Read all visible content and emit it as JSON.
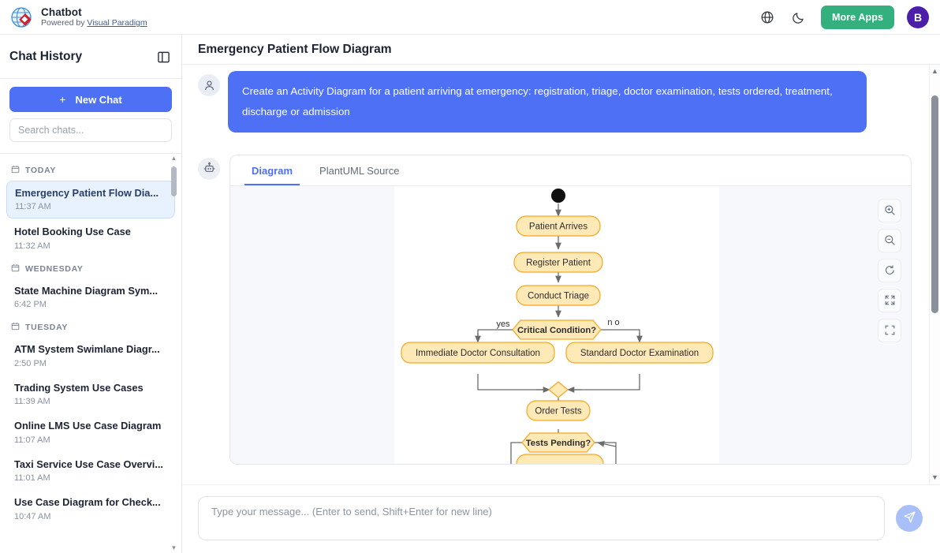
{
  "brand": {
    "title": "Chatbot",
    "powered_prefix": "Powered by ",
    "powered_link": "Visual Paradigm",
    "logo_icon": "globe-diamond-logo"
  },
  "topbar": {
    "language_icon": "globe-icon",
    "theme_icon": "moon-icon",
    "more_apps_label": "More Apps",
    "avatar_initial": "B",
    "accent_green": "#34b07e",
    "avatar_purple": "#4c1fa8"
  },
  "sidebar": {
    "title": "Chat History",
    "collapse_icon": "panel-collapse-icon",
    "new_chat_label": "New Chat",
    "new_chat_plus": "+",
    "search_placeholder": "Search chats...",
    "groups": [
      {
        "label": "TODAY",
        "icon": "calendar-icon",
        "items": [
          {
            "name": "Emergency Patient Flow Dia...",
            "time": "11:37 AM",
            "active": true
          },
          {
            "name": "Hotel Booking Use Case",
            "time": "11:32 AM",
            "active": false
          }
        ]
      },
      {
        "label": "WEDNESDAY",
        "icon": "calendar-icon",
        "items": [
          {
            "name": "State Machine Diagram Sym...",
            "time": "6:42 PM",
            "active": false
          }
        ]
      },
      {
        "label": "TUESDAY",
        "icon": "calendar-icon",
        "items": [
          {
            "name": "ATM System Swimlane Diagr...",
            "time": "2:50 PM",
            "active": false
          },
          {
            "name": "Trading System Use Cases",
            "time": "11:39 AM",
            "active": false
          },
          {
            "name": "Online LMS Use Case Diagram",
            "time": "11:07 AM",
            "active": false
          },
          {
            "name": "Taxi Service Use Case Overvi...",
            "time": "11:01 AM",
            "active": false
          },
          {
            "name": "Use Case Diagram for Check...",
            "time": "10:47 AM",
            "active": false
          }
        ]
      }
    ]
  },
  "main": {
    "title": "Emergency Patient Flow Diagram",
    "user_message": "Create an Activity Diagram for a patient arriving at emergency: registration, triage, doctor examination, tests ordered, treatment, discharge or admission",
    "user_avatar_icon": "user-icon",
    "bot_avatar_icon": "robot-icon",
    "tabs": [
      {
        "label": "Diagram",
        "active": true
      },
      {
        "label": "PlantUML Source",
        "active": false
      }
    ],
    "diagram_tools": [
      {
        "icon": "zoom-in-icon",
        "label": "Zoom In"
      },
      {
        "icon": "zoom-out-icon",
        "label": "Zoom Out"
      },
      {
        "icon": "reset-icon",
        "label": "Reset View"
      },
      {
        "icon": "fit-screen-icon",
        "label": "Fit to Screen"
      },
      {
        "icon": "fullscreen-icon",
        "label": "Fullscreen"
      }
    ]
  },
  "diagram": {
    "type": "uml-activity-diagram",
    "node_fill": "#ffe9b6",
    "node_stroke": "#f5a623",
    "edge_color": "#6b6b6b",
    "nodes": [
      {
        "id": "start",
        "kind": "initial-node",
        "label": ""
      },
      {
        "id": "n1",
        "kind": "action",
        "label": "Patient Arrives"
      },
      {
        "id": "n2",
        "kind": "action",
        "label": "Register Patient"
      },
      {
        "id": "n3",
        "kind": "action",
        "label": "Conduct Triage"
      },
      {
        "id": "d1",
        "kind": "decision",
        "label": "Critical Condition?"
      },
      {
        "id": "n4",
        "kind": "action",
        "label": "Immediate Doctor Consultation"
      },
      {
        "id": "n5",
        "kind": "action",
        "label": "Standard Doctor Examination"
      },
      {
        "id": "m1",
        "kind": "merge",
        "label": ""
      },
      {
        "id": "n6",
        "kind": "action",
        "label": "Order Tests"
      },
      {
        "id": "d2",
        "kind": "decision",
        "label": "Tests Pending?"
      }
    ],
    "edge_labels": [
      {
        "from": "d1",
        "text": "yes"
      },
      {
        "from": "d1",
        "text": "no"
      }
    ]
  },
  "composer": {
    "placeholder": "Type your message... (Enter to send, Shift+Enter for new line)",
    "value": "",
    "send_icon": "send-paper-plane-icon"
  },
  "scrollbars": {
    "up_arrow": "▲",
    "down_arrow": "▼"
  }
}
